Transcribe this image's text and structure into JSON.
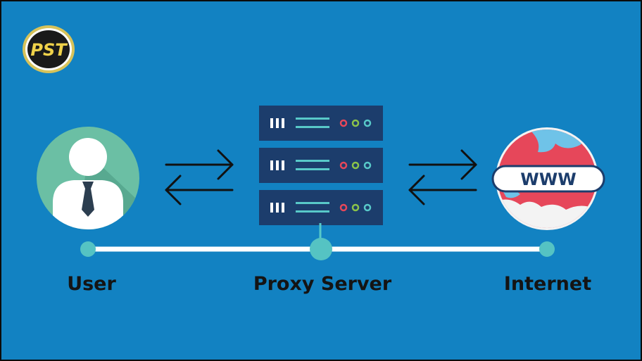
{
  "logo": {
    "text": "PST",
    "icon": "pst-logo"
  },
  "nodes": {
    "user": {
      "label": "User",
      "icon": "user-avatar-icon"
    },
    "proxy": {
      "label": "Proxy Server",
      "icon": "server-stack-icon"
    },
    "internet": {
      "label": "Internet",
      "icon": "globe-www-icon",
      "badge": "WWW"
    }
  },
  "colors": {
    "background": "#1282c2",
    "server": "#1c3d6c",
    "timeline": "#ffffff",
    "node_dot": "#55c3c3",
    "globe_red": "#e6475a",
    "globe_blue": "#6fc3e8",
    "avatar_bg": "#6bbfa4"
  }
}
